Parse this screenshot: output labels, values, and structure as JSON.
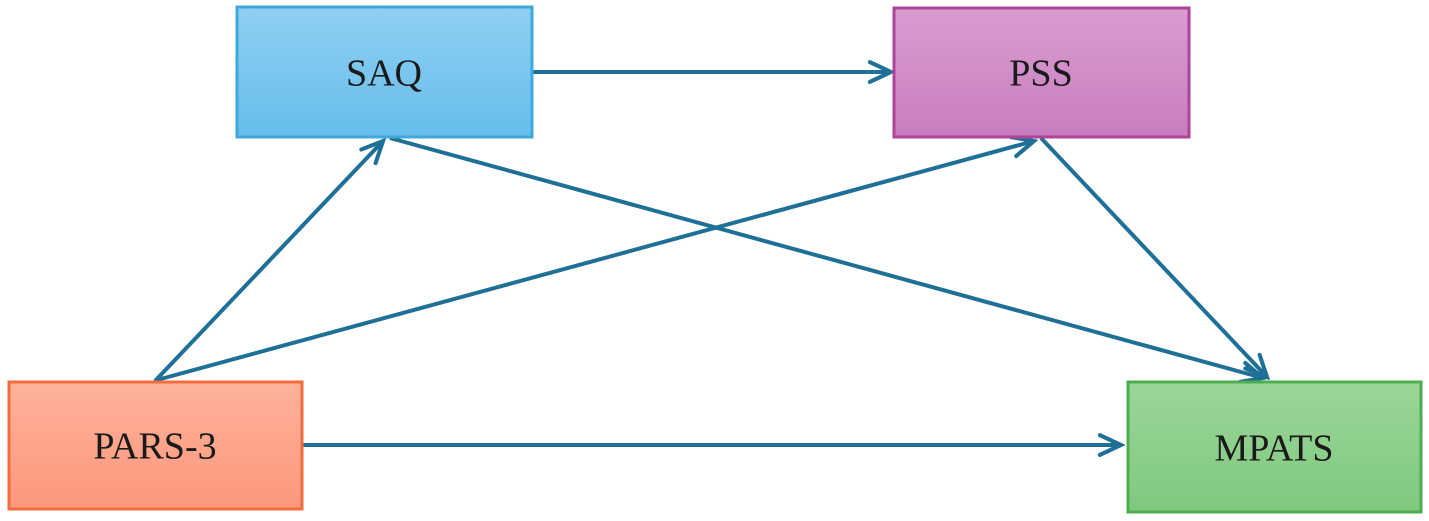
{
  "diagram": {
    "type": "path-model",
    "background": "#FFFFFF",
    "arrow_color": "#1F7096",
    "text_color": "#1A1A1A",
    "nodes": [
      {
        "id": "saq",
        "label": "SAQ",
        "fill_top": "#8FD0F3",
        "fill_bottom": "#66BDEB",
        "border": "#3FA9DC"
      },
      {
        "id": "pss",
        "label": "PSS",
        "fill_top": "#DA9DD0",
        "fill_bottom": "#C87DBE",
        "border": "#AE4397"
      },
      {
        "id": "pars3",
        "label": "PARS-3",
        "fill_top": "#FFB29B",
        "fill_bottom": "#FB977B",
        "border": "#F26C3D"
      },
      {
        "id": "mpats",
        "label": "MPATS",
        "fill_top": "#9BD699",
        "fill_bottom": "#7FC97E",
        "border": "#4CAE4F"
      }
    ],
    "edges": [
      {
        "from": "SAQ",
        "to": "PSS"
      },
      {
        "from": "PARS-3",
        "to": "SAQ"
      },
      {
        "from": "PARS-3",
        "to": "PSS"
      },
      {
        "from": "SAQ",
        "to": "MPATS"
      },
      {
        "from": "PSS",
        "to": "MPATS"
      },
      {
        "from": "PARS-3",
        "to": "MPATS"
      }
    ]
  }
}
